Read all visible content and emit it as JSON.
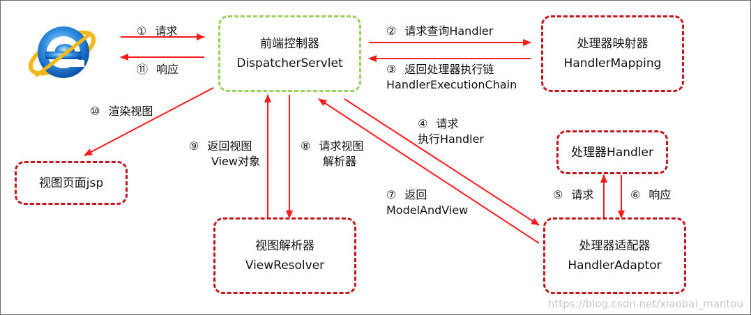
{
  "nodes": {
    "dispatcher": {
      "title": "前端控制器",
      "subtitle": "DispatcherServlet"
    },
    "handler_mapping": {
      "title": "处理器映射器",
      "subtitle": "HandlerMapping"
    },
    "handler": {
      "title": "处理器Handler"
    },
    "view_page": {
      "title": "视图页面jsp"
    },
    "view_resolver": {
      "title": "视图解析器",
      "subtitle": "ViewResolver"
    },
    "handler_adaptor": {
      "title": "处理器适配器",
      "subtitle": "HandlerAdaptor"
    }
  },
  "steps": {
    "s1": {
      "num": "①",
      "text": "请求"
    },
    "s2": {
      "num": "②",
      "text": "请求查询Handler"
    },
    "s3": {
      "num": "③",
      "text": "返回处理器执行链",
      "text2": "HandlerExecutionChain"
    },
    "s4": {
      "num": "④",
      "text": "请求",
      "text2": "执行Handler"
    },
    "s5": {
      "num": "⑤",
      "text": "请求"
    },
    "s6": {
      "num": "⑥",
      "text": "响应"
    },
    "s7": {
      "num": "⑦",
      "text": "返回",
      "text2": "ModelAndView"
    },
    "s8": {
      "num": "⑧",
      "text": "请求视图",
      "text2": "解析器"
    },
    "s9": {
      "num": "⑨",
      "text": "返回视图",
      "text2": "View对象"
    },
    "s10": {
      "num": "⑩",
      "text": "渲染视图"
    },
    "s11": {
      "num": "⑪",
      "text": "响应"
    }
  },
  "icons": {
    "browser": "internet-explorer-icon"
  },
  "colors": {
    "arrow": "#ff1a1a",
    "box_border": "#c0161c",
    "dispatcher_border": "#9bd05a"
  },
  "watermark": "https://blog.csdn.net/xiaobai_mantou"
}
